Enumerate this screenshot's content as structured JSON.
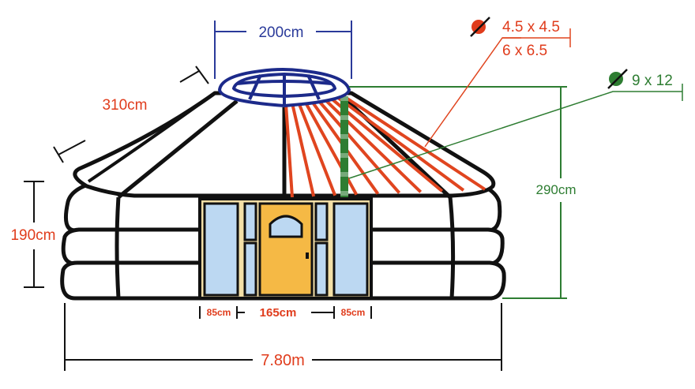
{
  "dimensions": {
    "crown_width": "200cm",
    "rafter_length": "310cm",
    "wall_height": "190cm",
    "total_height": "290cm",
    "panel_left_width": "85cm",
    "door_width": "165cm",
    "panel_right_width": "85cm",
    "diameter": "7.80m"
  },
  "specs": {
    "rafter_diameter_primary": "4.5 x 4.5",
    "rafter_diameter_secondary": "6 x 6.5",
    "support_pole_diameter": "9 x 12"
  },
  "colors": {
    "outline": "#111111",
    "crown": "#1c2a8a",
    "dimension_blue": "#2a3a9a",
    "rafter_red": "#e0451f",
    "pole_green": "#2e7d32",
    "window_blue": "#bcd8f2",
    "door_wood": "#f5b945",
    "frame_tan": "#f3dfa6",
    "label_red": "#e03c1c",
    "label_green": "#2e7d32",
    "label_blue": "#2a3a9a"
  },
  "icons": {
    "primary_marker": "diameter-icon",
    "support_marker": "diameter-icon"
  }
}
